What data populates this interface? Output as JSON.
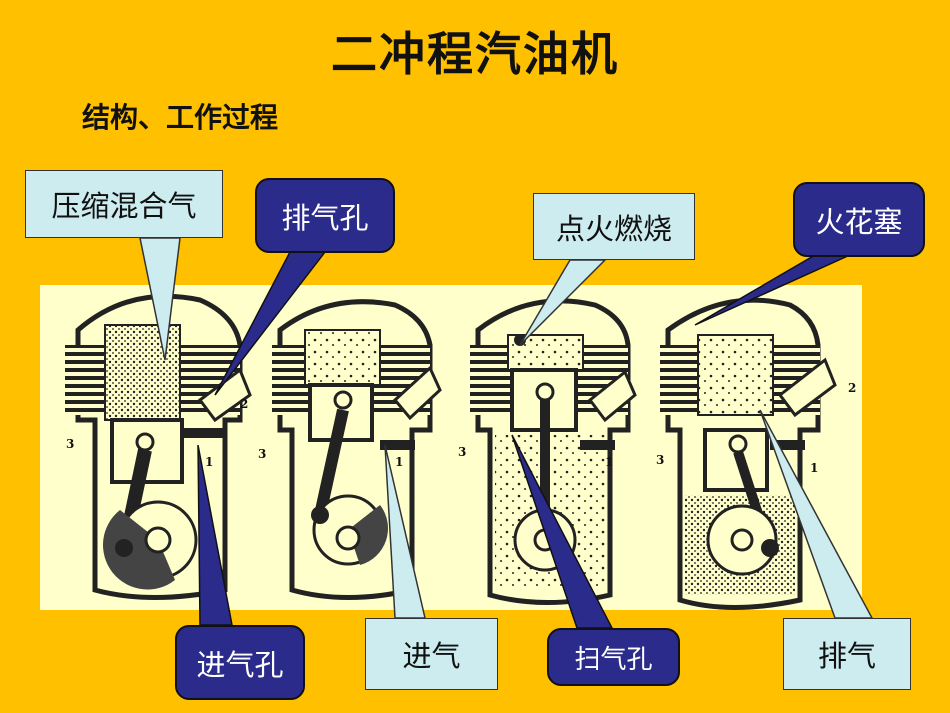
{
  "title": "二冲程汽油机",
  "subtitle": "结构、工作过程",
  "labels": {
    "compressed_mixture": "压缩混合气",
    "exhaust_port": "排气孔",
    "ignition_combustion": "点火燃烧",
    "spark_plug": "火花塞",
    "intake_port": "进气孔",
    "intake": "进气",
    "scavenge_port": "扫气孔",
    "exhaust": "排气"
  },
  "part_numbers": {
    "n1": "1",
    "n2": "2",
    "n3": "3"
  },
  "colors": {
    "background": "#FFC000",
    "panel": "#FFFFCC",
    "light_callout": "#CCECF0",
    "dark_callout": "#2B2B8C"
  }
}
